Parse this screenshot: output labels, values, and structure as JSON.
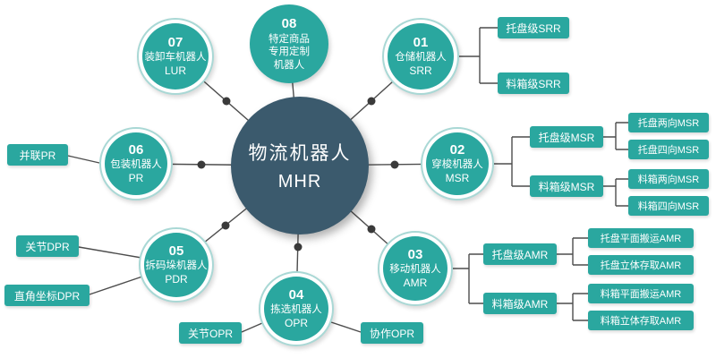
{
  "center": {
    "name": "物流机器人",
    "code": "MHR"
  },
  "nodes": {
    "n01": {
      "num": "01",
      "name": "仓储机器人",
      "code": "SRR"
    },
    "n02": {
      "num": "02",
      "name": "穿梭机器人",
      "code": "MSR"
    },
    "n03": {
      "num": "03",
      "name": "移动机器人",
      "code": "AMR"
    },
    "n04": {
      "num": "04",
      "name": "拣选机器人",
      "code": "OPR"
    },
    "n05": {
      "num": "05",
      "name": "拆码垛机器人",
      "code": "PDR"
    },
    "n06": {
      "num": "06",
      "name": "包装机器人",
      "code": "PR"
    },
    "n07": {
      "num": "07",
      "name": "装卸车机器人",
      "code": "LUR"
    },
    "n08": {
      "num": "08",
      "line1": "特定商品",
      "line2": "专用定制",
      "line3": "机器人"
    }
  },
  "labels": {
    "parallel_pr": "并联PR",
    "joint_dpr": "关节DPR",
    "cartesian_dpr": "直角坐标DPR",
    "joint_opr": "关节OPR",
    "collab_opr": "协作OPR",
    "pallet_srr": "托盘级SRR",
    "tote_srr": "料箱级SRR",
    "pallet_msr": "托盘级MSR",
    "tote_msr": "料箱级MSR",
    "pallet_amr": "托盘级AMR",
    "tote_amr": "料箱级AMR",
    "pallet_2way_msr": "托盘两向MSR",
    "pallet_4way_msr": "托盘四向MSR",
    "tote_2way_msr": "料箱两向MSR",
    "tote_4way_msr": "料箱四向MSR",
    "pallet_plane_amr": "托盘平面搬运AMR",
    "pallet_3d_amr": "托盘立体存取AMR",
    "tote_plane_amr": "料箱平面搬运AMR",
    "tote_3d_amr": "料箱立体存取AMR"
  },
  "colors": {
    "teal": "#2aa79f",
    "teal_ring": "#a9d8d5",
    "center_fill": "#3b5a6d",
    "line": "#4d4d4d",
    "dot": "#3a3a3a"
  }
}
